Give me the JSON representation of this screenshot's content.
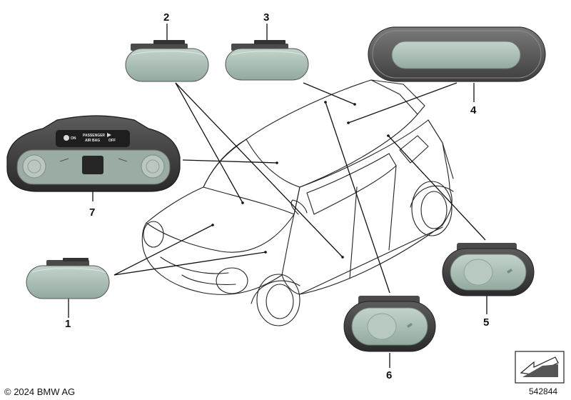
{
  "parts": [
    {
      "number": "1"
    },
    {
      "number": "2"
    },
    {
      "number": "3"
    },
    {
      "number": "4"
    },
    {
      "number": "5"
    },
    {
      "number": "6"
    },
    {
      "number": "7"
    }
  ],
  "console_panel": {
    "label_on": "ON",
    "label_passenger": "PASSENGER",
    "label_airbag": "AIR BAG",
    "label_off": "OFF"
  },
  "footer": {
    "copyright": "© 2024 BMW AG",
    "diagram_number": "542844"
  },
  "colors": {
    "lens": "#a9bdb3",
    "housing": "#5a5a5a",
    "outline": "#333333"
  }
}
